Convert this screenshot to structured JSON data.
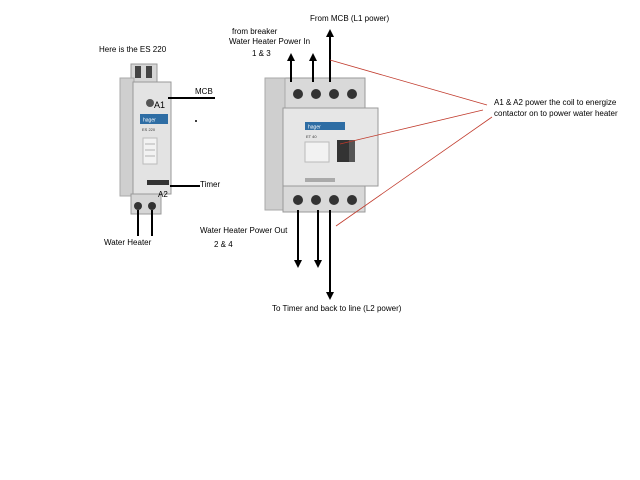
{
  "labels": {
    "es220": "Here is the ES 220",
    "mcb": "MCB",
    "a1": "A1",
    "timer": "Timer",
    "a2": "A2",
    "water_heater": "Water Heater",
    "from_breaker": "from breaker",
    "wh_power_in": "Water Heater Power In",
    "in_terminals": "1 & 3",
    "from_mcb": "From MCB   (L1 power)",
    "coil_note_1": "A1 & A2 power the coil to energize",
    "coil_note_2": "contactor on to power water heater",
    "wh_power_out": "Water Heater Power Out",
    "out_terminals": "2 & 4",
    "to_timer": "To Timer and back to line (L2 power)"
  },
  "device_small": {
    "brand": "hager",
    "model": "ES 220"
  },
  "device_large": {
    "brand": "hager",
    "model": "ET 40"
  },
  "colors": {
    "annotation_line": "#c0392b",
    "body": "#e3e3e3",
    "label_blue": "#2e6da4"
  }
}
